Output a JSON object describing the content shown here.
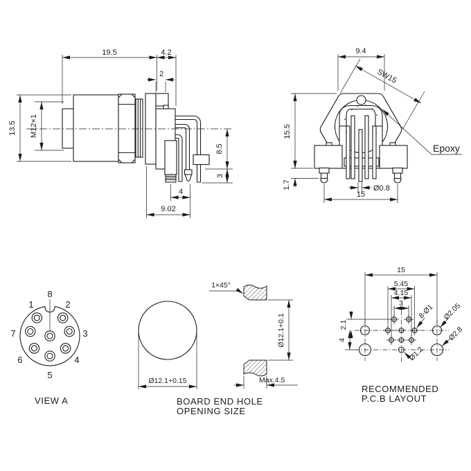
{
  "side_view": {
    "d_195": "19.5",
    "d_42": "4.2",
    "d_2": "2",
    "d_135": "13.5",
    "thread": "M12×1",
    "d_85": "8.5",
    "d_3": "3",
    "d_4": "4",
    "d_902": "9.02"
  },
  "rear_view": {
    "d_94": "9.4",
    "sw15": "SW15",
    "d_155": "15.5",
    "d_17": "1.7",
    "dia_08": "Ø0.8",
    "d_15": "15",
    "epoxy_label": "Epoxy"
  },
  "view_a": {
    "title": "VIEW A",
    "pins": [
      "1",
      "2",
      "3",
      "4",
      "5",
      "6",
      "7",
      "8"
    ]
  },
  "board_hole": {
    "chamfer": "1×45°",
    "dia_face": "Ø12.1+0.15",
    "dia_section": "Ø12.1+0.1",
    "max_depth": "Max.4.5",
    "title1": "BOARD END HOLE",
    "title2": "OPENING SIZE"
  },
  "pcb": {
    "d_15": "15",
    "d_545": "5.45",
    "d_415": "4.15",
    "d_3": "3",
    "d_21": "2.1",
    "d_4": "4",
    "holes_small": "8-Ø1",
    "dia_205": "Ø2.05",
    "dia_28": "Ø2.8",
    "dia_12": "Ø1.2",
    "title1": "RECOMMENDED",
    "title2": "P.C.B LAYOUT"
  },
  "colors": {
    "ink": "#1b1b1b",
    "paper": "#ffffff"
  }
}
